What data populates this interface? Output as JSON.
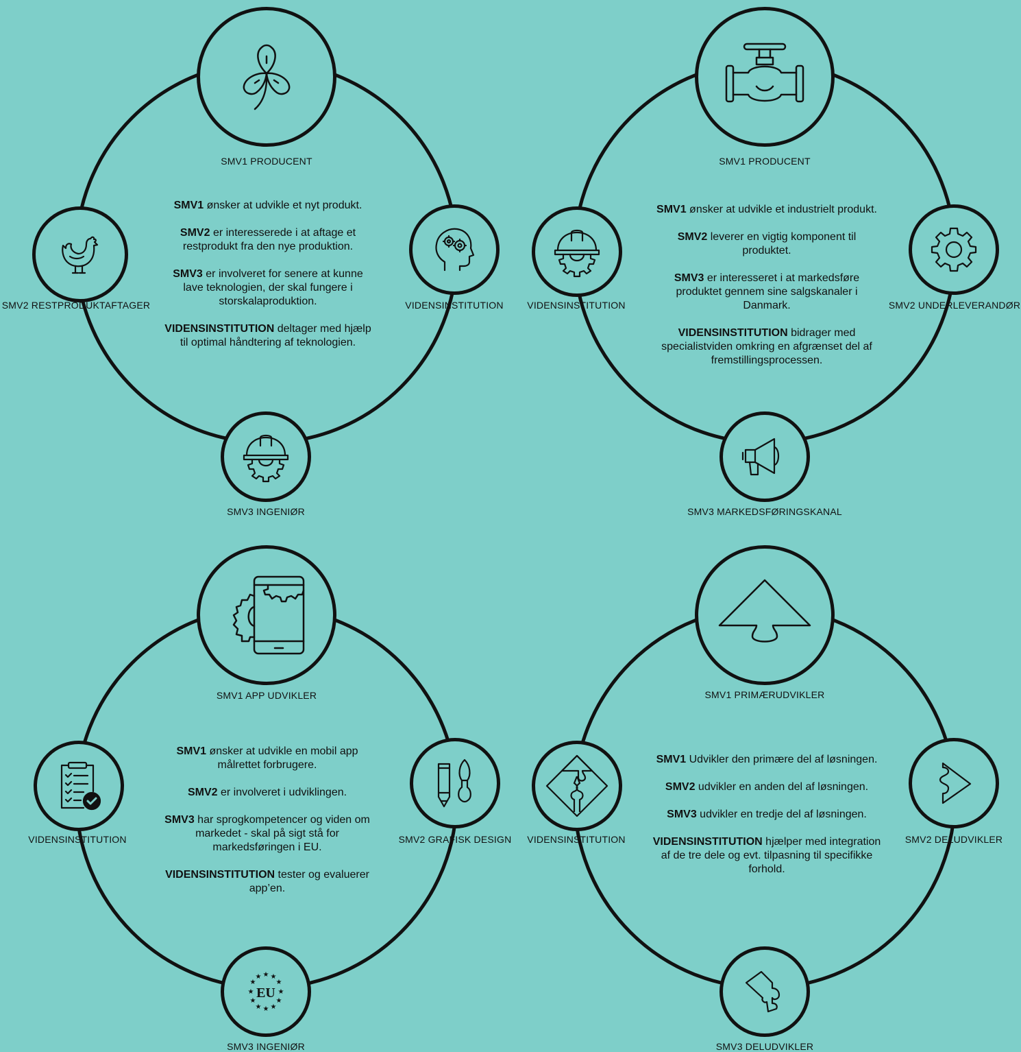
{
  "colors": {
    "background": "#7ECFC9",
    "line": "#111111"
  },
  "panels": [
    {
      "nodes": {
        "top": {
          "icon": "clover-icon",
          "label": "SMV1 PRODUCENT"
        },
        "left": {
          "icon": "chicken-icon",
          "label": "SMV2 RESTPRODUKTAFTAGER"
        },
        "right": {
          "icon": "head-gears-icon",
          "label": "VIDENSINSTITUTION"
        },
        "bottom": {
          "icon": "helmet-gear-icon",
          "label": "SMV3 INGENIØR"
        }
      },
      "paragraphs": [
        {
          "bold": "SMV1",
          "text": " ønsker at udvikle et nyt produkt."
        },
        {
          "bold": "SMV2",
          "text": " er interesserede i at aftage et restprodukt fra den nye produktion."
        },
        {
          "bold": "SMV3",
          "text": " er involveret for senere at kunne lave teknologien, der skal fungere i storskalaproduktion."
        },
        {
          "bold": "VIDENSINSTITUTION",
          "text": " deltager med hjælp til optimal håndtering af teknologien."
        }
      ]
    },
    {
      "nodes": {
        "top": {
          "icon": "pipe-valve-icon",
          "label": "SMV1 PRODUCENT"
        },
        "left": {
          "icon": "helmet-gear-icon",
          "label": "VIDENSINSTITUTION"
        },
        "right": {
          "icon": "gear-icon",
          "label": "SMV2 UNDERLEVERANDØR"
        },
        "bottom": {
          "icon": "megaphone-icon",
          "label": "SMV3 MARKEDSFØRINGSKANAL"
        }
      },
      "paragraphs": [
        {
          "bold": "SMV1",
          "text": " ønsker at udvikle et industrielt produkt."
        },
        {
          "bold": "SMV2",
          "text": " leverer en vigtig komponent til produktet."
        },
        {
          "bold": "SMV3",
          "text": " er interesseret i at markedsføre produktet gennem sine salgskanaler i Danmark."
        },
        {
          "bold": "VIDENSINSTITUTION",
          "text": " bidrager med specialistviden omkring en afgrænset del af fremstillingsprocessen."
        }
      ]
    },
    {
      "nodes": {
        "top": {
          "icon": "phone-gear-icon",
          "label": "SMV1 APP UDVIKLER"
        },
        "left": {
          "icon": "clipboard-check-icon",
          "label": "VIDENSINSTITUTION"
        },
        "right": {
          "icon": "pencil-brush-icon",
          "label": "SMV2 GRAFISK DESIGN"
        },
        "bottom": {
          "icon": "eu-stars-icon",
          "label": "SMV3 INGENIØR",
          "badge": "EU"
        }
      },
      "paragraphs": [
        {
          "bold": "SMV1",
          "text": " ønsker at udvikle en mobil app målrettet forbrugere."
        },
        {
          "bold": "SMV2",
          "text": " er involveret i udviklingen."
        },
        {
          "bold": "SMV3",
          "text": " har sprogkompetencer og viden om markedet - skal på sigt stå for markedsføringen i EU."
        },
        {
          "bold": "VIDENSINSTITUTION",
          "text": " tester og evaluerer app’en."
        }
      ]
    },
    {
      "nodes": {
        "top": {
          "icon": "puzzle-triangle-icon",
          "label": "SMV1 PRIMÆRUDVIKLER"
        },
        "left": {
          "icon": "puzzle-diamond-icon",
          "label": "VIDENSINSTITUTION"
        },
        "right": {
          "icon": "puzzle-piece-right-icon",
          "label": "SMV2 DELUDVIKLER"
        },
        "bottom": {
          "icon": "puzzle-piece-bottom-icon",
          "label": "SMV3 DELUDVIKLER"
        }
      },
      "paragraphs": [
        {
          "bold": "SMV1",
          "text": " Udvikler den primære del af løsningen."
        },
        {
          "bold": "SMV2",
          "text": " udvikler en anden del af løsningen."
        },
        {
          "bold": "SMV3",
          "text": " udvikler en tredje del af løsningen."
        },
        {
          "bold": "VIDENSINSTITUTION",
          "text": " hjælper med integration af de tre dele og evt. tilpasning til specifikke forhold."
        }
      ]
    }
  ]
}
